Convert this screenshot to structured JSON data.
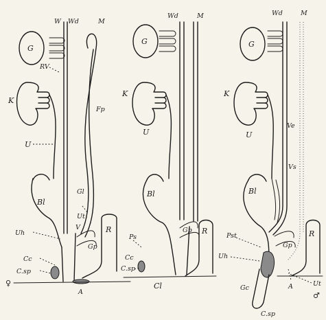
{
  "panels": [
    {
      "id": "female",
      "labels": {
        "W": "W",
        "Wd": "Wd",
        "M": "M",
        "G": "G",
        "RV": "RV",
        "Fp": "Fp",
        "K": "K",
        "U": "U",
        "Gl": "Gl",
        "Bl": "Bl",
        "Ut": "Ut",
        "Uh": "Uh",
        "V": "V",
        "Gp": "Gp",
        "R": "R",
        "Cc": "Cc",
        "Csp": "C.sp",
        "A": "A",
        "sex": "♀"
      }
    },
    {
      "id": "indifferent",
      "labels": {
        "Wd": "Wd",
        "M": "M",
        "G": "G",
        "K": "K",
        "U": "U",
        "Bl": "Bl",
        "Ps": "Ps",
        "Gp": "Gp",
        "R": "R",
        "Cc": "Cc",
        "Csp": "C.sp",
        "Cl": "Cl"
      }
    },
    {
      "id": "male",
      "labels": {
        "Wd": "Wd",
        "M": "M",
        "G": "G",
        "K": "K",
        "U": "U",
        "Vs": "Vs",
        "Ve": "Ve",
        "Bl": "Bl",
        "Pst": "Pst",
        "Gp": "Gp",
        "R": "R",
        "Uh": "Uh",
        "Gc": "Gc",
        "A": "A",
        "Ut": "Ut",
        "Csp": "C.sp",
        "sex": "♂"
      }
    }
  ]
}
